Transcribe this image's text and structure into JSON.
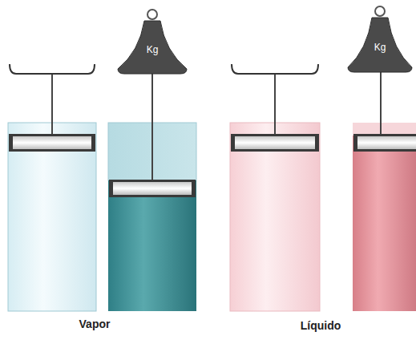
{
  "diagram": {
    "nodes": [
      {
        "text": [
          "Kg"
        ]
      },
      {
        "text": [
          "Kg"
        ]
      }
    ],
    "labels": [
      "Vapor",
      "Líquido"
    ]
  }
}
